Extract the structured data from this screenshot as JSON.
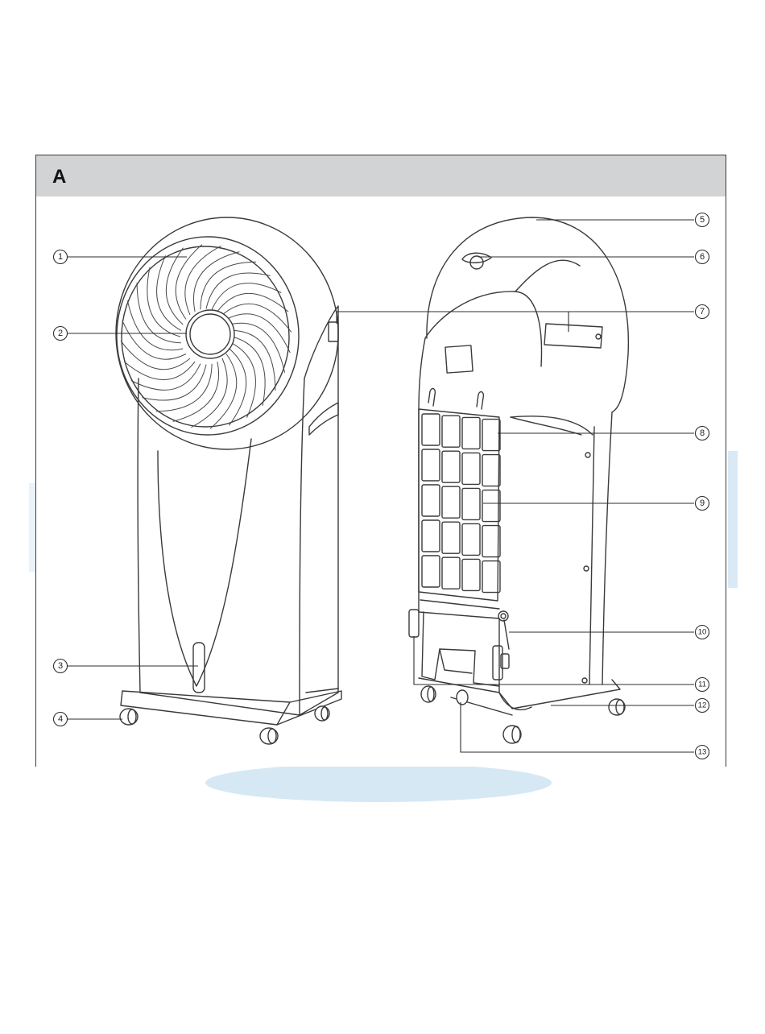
{
  "figure": {
    "panel_letter": "A"
  },
  "callouts": [
    {
      "number": "1"
    },
    {
      "number": "2"
    },
    {
      "number": "3"
    },
    {
      "number": "4"
    },
    {
      "number": "5"
    },
    {
      "number": "6"
    },
    {
      "number": "7"
    },
    {
      "number": "8"
    },
    {
      "number": "9"
    },
    {
      "number": "10"
    },
    {
      "number": "11"
    },
    {
      "number": "12"
    },
    {
      "number": "13"
    }
  ],
  "colors": {
    "header_band": "#d2d3d5",
    "line_art": "#3a3a3a",
    "scan_glow": "#cfe4f2"
  }
}
